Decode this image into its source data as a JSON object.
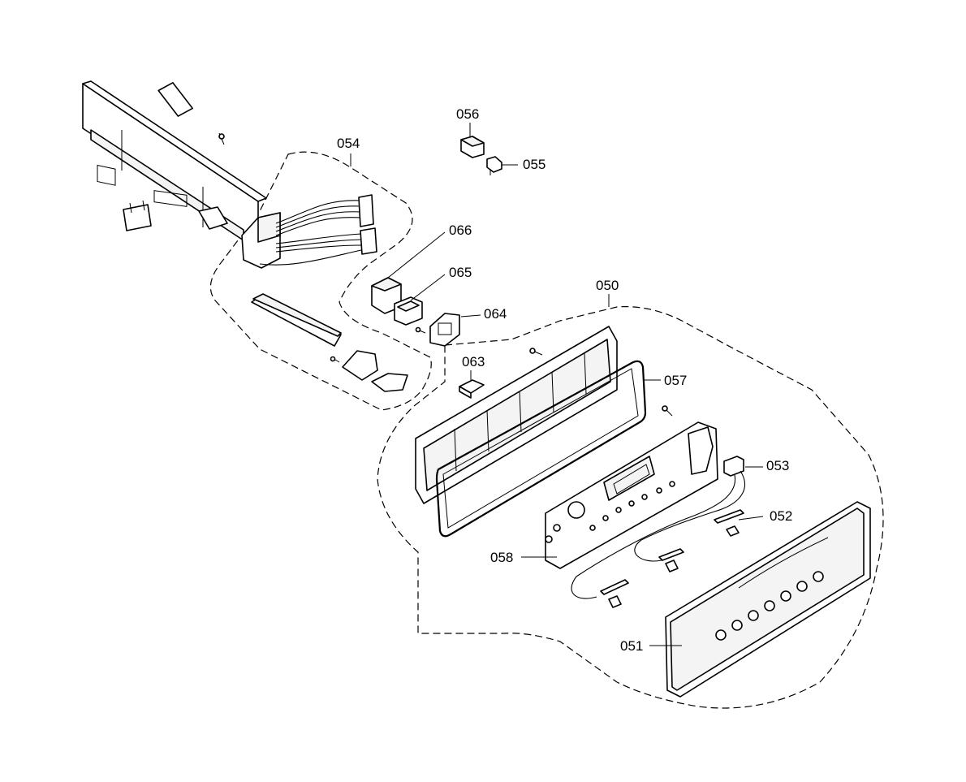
{
  "diagram": {
    "labels": {
      "p050": "050",
      "p051": "051",
      "p052": "052",
      "p053": "053",
      "p054": "054",
      "p055": "055",
      "p056": "056",
      "p057": "057",
      "p058": "058",
      "p063": "063",
      "p064": "064",
      "p065": "065",
      "p066": "066"
    }
  }
}
